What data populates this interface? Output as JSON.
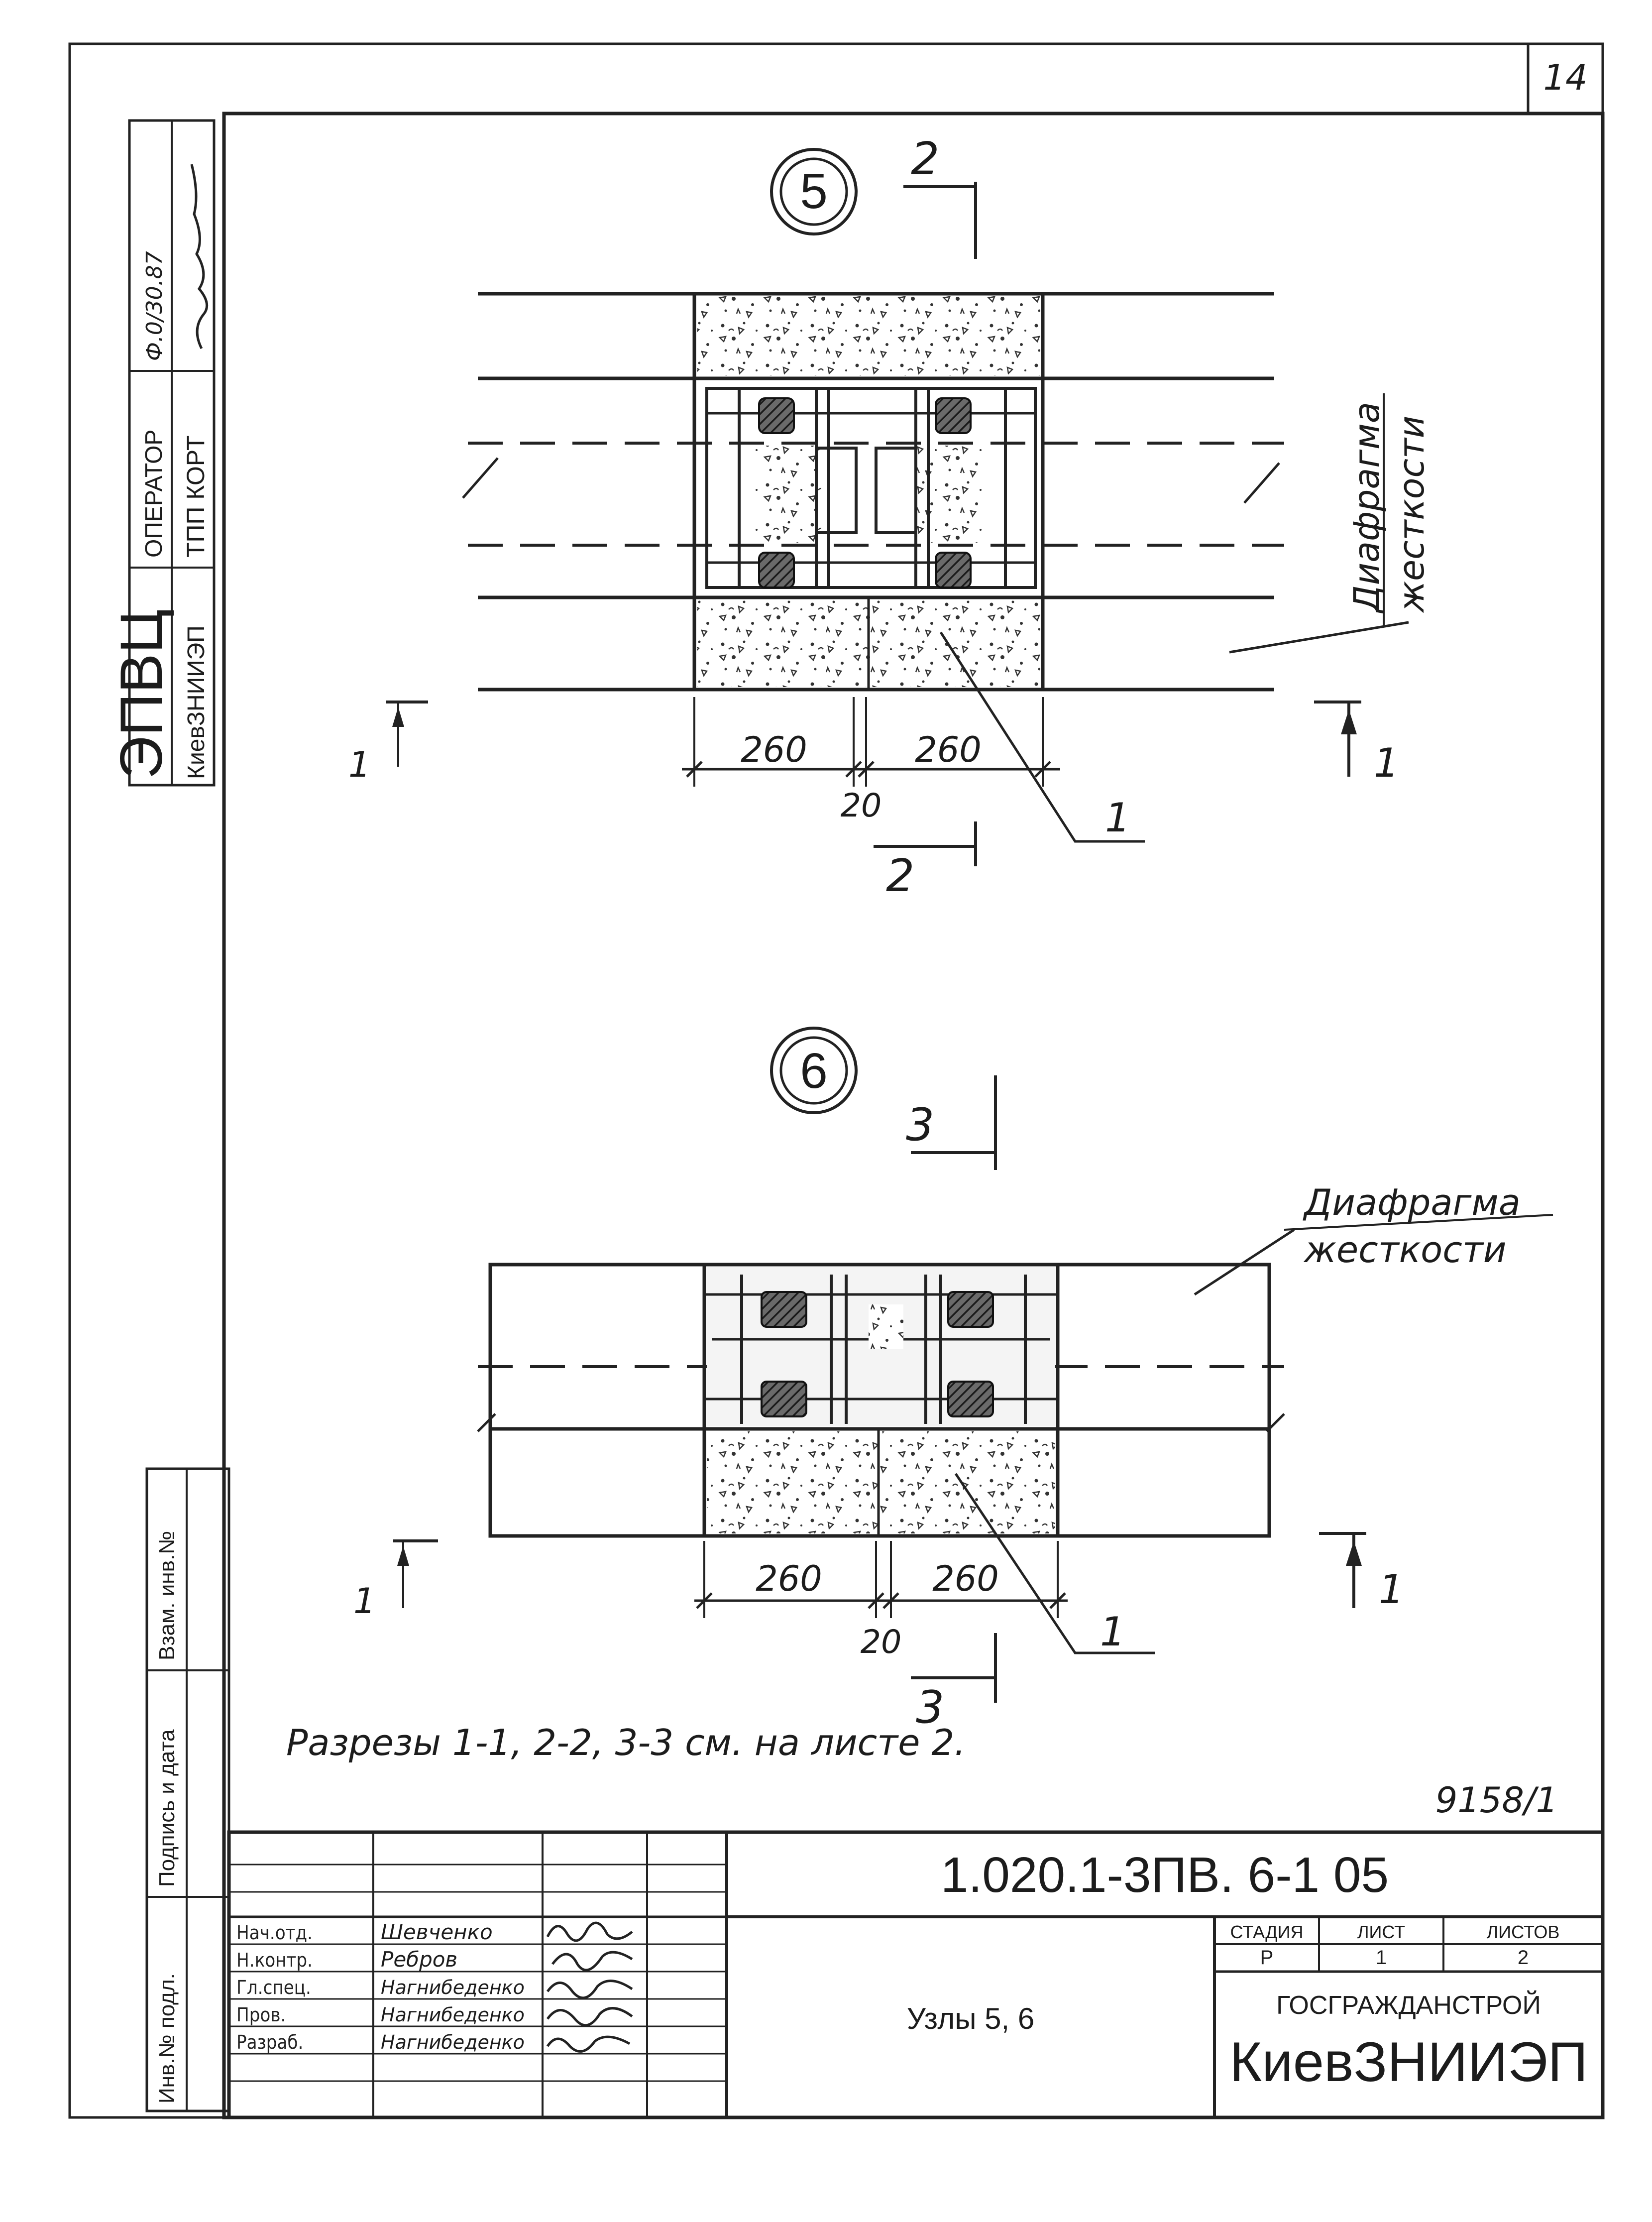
{
  "sheet": {
    "page_number": "14",
    "note": "Разрезы 1-1, 2-2, 3-3 см. на листе 2.",
    "inventory_number": "9158/1"
  },
  "detail_5": {
    "node_label": "5",
    "section_marks": {
      "top_2": "2",
      "bottom_2": "2",
      "left_1": "1",
      "right_1": "1"
    },
    "dimensions": {
      "left": "260",
      "right": "260",
      "gap": "20"
    },
    "callout_1": "1",
    "annotation": [
      "Диафрагма",
      "жесткости"
    ]
  },
  "detail_6": {
    "node_label": "6",
    "section_marks": {
      "top_3": "3",
      "bottom_3": "3",
      "left_1": "1",
      "right_1": "1"
    },
    "dimensions": {
      "left": "260",
      "right": "260",
      "gap": "20"
    },
    "callout_1": "1",
    "annotation": [
      "Диафрагма",
      "жесткости"
    ]
  },
  "side_stamp_top": {
    "logo_line1": "ЭПВЦ",
    "logo_line2": "КиевЗНИИЭП",
    "col2_line1": "ОПЕРАТОР",
    "col2_line2": "ТПП КОРТ",
    "col3_line1": "Ф.0/30.87",
    "col3_signature": "signature"
  },
  "side_stamp_bottom": {
    "col1": "Инв.№ подл.",
    "col2": "Подпись и дата",
    "col3": "Взам. инв.№"
  },
  "title_block": {
    "code": "1.020.1-3ПВ. 6-1  05",
    "title": "Узлы 5, 6",
    "roles": [
      {
        "role": "Нач.отд.",
        "name": "Шевченко"
      },
      {
        "role": "Н.контр.",
        "name": "Ребров"
      },
      {
        "role": "Гл.спец.",
        "name": "Нагнибеденко"
      },
      {
        "role": "Пров.",
        "name": "Нагнибеденко"
      },
      {
        "role": "Разраб.",
        "name": "Нагнибеденко"
      }
    ],
    "stage_header": "СТАДИЯ",
    "sheet_header": "ЛИСТ",
    "sheets_header": "ЛИСТОВ",
    "stage_value": "Р",
    "sheet_value": "1",
    "sheets_value": "2",
    "org_line1": "ГОСГРАЖДАНСТРОЙ",
    "org_line2": "КиевЗНИИЭП"
  }
}
